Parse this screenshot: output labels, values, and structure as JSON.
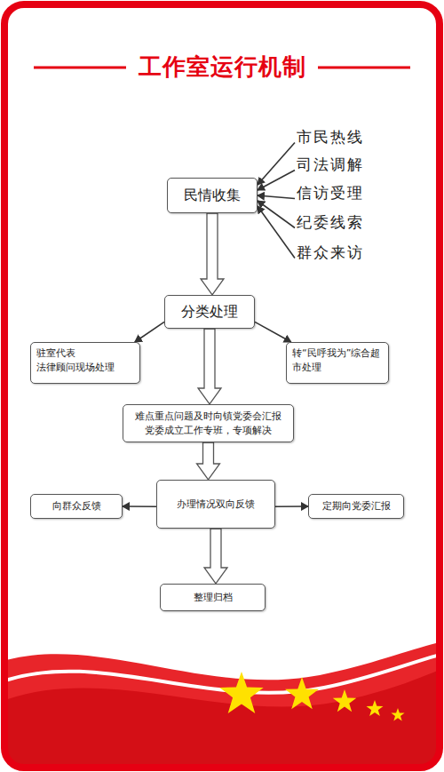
{
  "diagram": {
    "title": "工作室运行机制",
    "nodes": [
      {
        "text": [
          "民情收集"
        ]
      },
      {
        "text": [
          "市民热线"
        ]
      },
      {
        "text": [
          "司法调解"
        ]
      },
      {
        "text": [
          "信访受理"
        ]
      },
      {
        "text": [
          "纪委线索"
        ]
      },
      {
        "text": [
          "群众来访"
        ]
      },
      {
        "text": [
          "分类处理"
        ]
      },
      {
        "text": [
          "驻室代表 法律顾问现场处理"
        ]
      },
      {
        "text": [
          "转“民呼我为”综合超市处理"
        ]
      },
      {
        "text": [
          "难点重点问题及时向镇党委会汇报 党委成立工作专班，专项解决"
        ]
      },
      {
        "text": [
          "办理情况双向反馈"
        ]
      },
      {
        "text": [
          "向群众反馈"
        ]
      },
      {
        "text": [
          "定期向党委汇报"
        ]
      },
      {
        "text": [
          "整理归档"
        ]
      }
    ],
    "edges": [
      {
        "from": 1,
        "to": 0,
        "arrow": "to"
      },
      {
        "from": 2,
        "to": 0,
        "arrow": "to"
      },
      {
        "from": 3,
        "to": 0,
        "arrow": "to"
      },
      {
        "from": 4,
        "to": 0,
        "arrow": "to"
      },
      {
        "from": 5,
        "to": 0,
        "arrow": "to"
      },
      {
        "from": 0,
        "to": 6,
        "arrow": "to"
      },
      {
        "from": 6,
        "to": 7,
        "arrow": "to"
      },
      {
        "from": 6,
        "to": 8,
        "arrow": "to"
      },
      {
        "from": 6,
        "to": 9,
        "arrow": "to"
      },
      {
        "from": 9,
        "to": 10,
        "arrow": "to"
      },
      {
        "from": 10,
        "to": 11,
        "arrow": "to"
      },
      {
        "from": 10,
        "to": 12,
        "arrow": "to"
      },
      {
        "from": 10,
        "to": 13,
        "arrow": "to"
      }
    ]
  }
}
